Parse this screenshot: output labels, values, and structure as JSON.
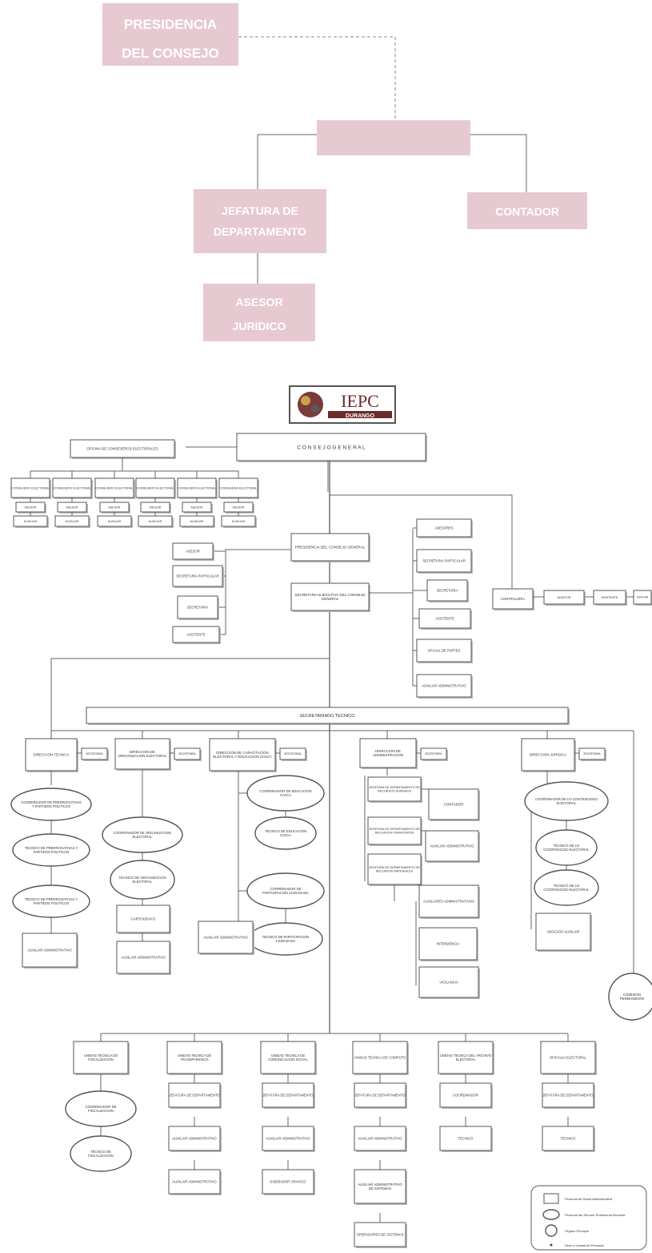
{
  "top_chart": {
    "presidencia": [
      "PRESIDENCIA",
      "DEL CONSEJO"
    ],
    "secretaria": [
      "",
      ""
    ],
    "jefatura": [
      "JEFATURA DE",
      "DEPARTAMENTO"
    ],
    "contador": "CONTADOR",
    "asesor": [
      "ASESOR",
      "JURIDICO"
    ]
  },
  "logo": {
    "text": "IEPC",
    "subtext": "DURANGO"
  },
  "bottom_chart": {
    "consejo_general": "C O N S E J O   G E N E R A L",
    "secretariado": "SECRETARIADO TECNICO",
    "oficina_consejeros": "OFICINA DE CONSEJEROS ELECTORALES",
    "consejeros": [
      "CONSEJERO ELECTORAL",
      "CONSEJERO ELECTORAL",
      "CONSEJERO ELECTORAL",
      "CONSEJERO ELECTORAL",
      "CONSEJERO ELECTORAL",
      "CONSEJERA ELECTORAL"
    ],
    "asesor_label": "ASESOR",
    "auxiliar_label": "AUXILIAR",
    "presidencia": "PRESIDENCIA DEL CONSEJO GENERAL",
    "secretaria_ejecutiva": "SECRETARIA EJECUTIVA DEL CONSEJO GENERAL",
    "left_staff": [
      "ASESOR",
      "SECRETARIA PARTICULAR",
      "SECRETARIA",
      "ASISTENTE"
    ],
    "right_staff": [
      "ASESORES",
      "SECRETARIA PARTICULAR",
      "SECRETARIA",
      "ASISTENTE",
      "OFICIAL DE PARTES",
      "AUXILIAR ADMINISTRATIVO"
    ],
    "contraloria": "CONTRALORIA",
    "contraloria_chain": [
      "AUDITOR",
      "ASISTENTE",
      "AUXILIAR"
    ],
    "directions": [
      {
        "title": "DIRECCION TECNICA",
        "side": "SECRETARIA"
      },
      {
        "title": "DIRECCION DE ORGANIZACION ELECTORAL",
        "side": "SECRETARIA"
      },
      {
        "title": "DIRECCION DE CAPACITACION ELECTORAL Y EDUCACION CIVICA",
        "side": "SECRETARIA"
      },
      {
        "title": "DIRECCION DE ADMINISTRACION",
        "side": "SECRETARIA"
      },
      {
        "title": "DIRECCION JURIDICA",
        "side": "SECRETARIA"
      }
    ],
    "dir1_items": [
      "COORDINADOR DE PRERROGATIVAS Y PARTIDOS POLITICOS",
      "TECNICO DE PRERROGATIVAS Y PARTIDOS POLITICOS",
      "TECNICO DE PRERROGATIVAS Y PARTIDOS POLITICOS",
      "AUXILIAR ADMINISTRATIVO"
    ],
    "dir2_items": [
      "COORDINADOR DE ORGANIZACION ELECTORAL",
      "TECNICO DE ORGANIZACION ELECTORAL",
      "CARTOGRAFO",
      "AUXILIAR ADMINISTRATIVO"
    ],
    "dir3_items": [
      "COORDINADOR DE EDUCACION CIVICA",
      "TECNICO DE EDUCACION CIVICA",
      "COORDINADOR DE PARTICIPACION CIUDADANA",
      "TECNICO DE PARTICIPACION CIUDADANA",
      "AUXILIAR ADMINISTRATIVO"
    ],
    "dir4_jefaturas": [
      "JEFATURA DE DEPARTAMENTO DE RECURSOS HUMANOS",
      "JEFATURA DE DEPARTAMENTO DE RECURSOS FINANCIEROS",
      "JEFATURA DE DEPARTAMENTO DE RECURSOS MATERIALES"
    ],
    "dir4_items": [
      "CONTADOR",
      "AUXILIAR ADMINISTRATIVO",
      "AUXILIARES ADMINISTRATIVOS",
      "INTENDENCIA",
      "VIGILANCIA"
    ],
    "dir5_items": [
      "COORDINADOR DE LO CONTENCIOSO ELECTORAL",
      "TECNICO DE LO CONTENCIOSO ELECTORAL",
      "TECNICO DE LO CONTENCIOSO ELECTORAL",
      "ABOGADO AUXILIAR"
    ],
    "comision": "COMISION PERMANENTE",
    "units": [
      {
        "title": "UNIDAD TECNICA DE FISCALIZACION",
        "items": [
          "COORDINADOR DE FISCALIZACION",
          "TECNICO DE FISCALIZACION"
        ]
      },
      {
        "title": "UNIDAD TECNICA DE TRANSPARENCIA",
        "items": [
          "JEFATURA DE DEPARTAMENTO",
          "AUXILIAR ADMINISTRATIVO",
          "AUXILIAR ADMINISTRATIVO"
        ]
      },
      {
        "title": "UNIDAD TECNICA DE COMUNICACION SOCIAL",
        "items": [
          "JEFATURA DE DEPARTAMENTO",
          "AUXILIAR ADMINISTRATIVO",
          "DISEÑADOR GRAFICO"
        ]
      },
      {
        "title": "UNIDAD TECNICA DE COMPUTO",
        "items": [
          "JEFATURA DE DEPARTAMENTO",
          "AUXILIAR ADMINISTRATIVO",
          "AUXILIAR ADMINISTRATIVO DE SISTEMAS",
          "OPERADORES DE SISTEMAS"
        ]
      },
      {
        "title": "UNIDAD TECNICA DEL ARCHIVO ELECTORAL",
        "items": [
          "COORDINADOR",
          "TECNICO"
        ]
      },
      {
        "title": "OFICIALIA ELECTORAL",
        "items": [
          "JEFATURA DE DEPARTAMENTO",
          "TECNICO"
        ]
      }
    ],
    "legend": [
      {
        "shape": "rect",
        "label": "Personal de Rama Administrativa"
      },
      {
        "shape": "ellipse",
        "label": "Personal del Servicio Profesional Electoral"
      },
      {
        "shape": "circle",
        "label": "Organo Principal"
      },
      {
        "shape": "dot",
        "label": "Nivel o Unidad de Personal"
      }
    ]
  }
}
